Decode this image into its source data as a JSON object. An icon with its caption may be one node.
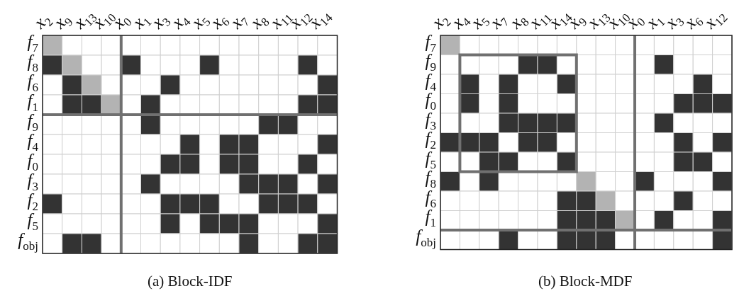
{
  "diagram": {
    "labels": [
      "*x*$_{2}$",
      "*x*$_{9}$",
      "*x*$_{13}$",
      "*x*$_{10}$",
      "*x*$_{0}$",
      "*x*$_{1}$",
      "*x*$_{3}$",
      "*x*$_{4}$",
      "*x*$_{5}$",
      "*x*$_{6}$",
      "*x*$_{7}$",
      "*x*$_{8}$",
      "*x*$_{11}$",
      "*x*$_{12}$",
      "*x*$_{14}$",
      "*f*$_{7}$",
      "*f*$_{8}$",
      "*f*$_{6}$",
      "*f*$_{1}$",
      "*f*$_{9}$",
      "*f*$_{4}$",
      "*f*$_{0}$",
      "*f*$_{3}$",
      "*f*$_{2}$",
      "*f*$_{5}$",
      "*f*$_{obj}$",
      "*x*$_{2}$",
      "*x*$_{4}$",
      "*x*$_{5}$",
      "*x*$_{7}$",
      "*x*$_{8}$",
      "*x*$_{11}$",
      "*x*$_{14}$",
      "*x*$_{9}$",
      "*x*$_{13}$",
      "*x*$_{10}$",
      "*x*$_{0}$",
      "*x*$_{1}$",
      "*x*$_{3}$",
      "*x*$_{6}$",
      "*x*$_{12}$",
      "*f*$_{7}$",
      "*f*$_{9}$",
      "*f*$_{4}$",
      "*f*$_{0}$",
      "*f*$_{3}$",
      "*f*$_{2}$",
      "*f*$_{5}$",
      "*f*$_{8}$",
      "*f*$_{6}$",
      "*f*$_{1}$",
      "*f*$_{obj}$",
      "(a) Block-IDF",
      "(b) Block-MDF"
    ]
  }
}
